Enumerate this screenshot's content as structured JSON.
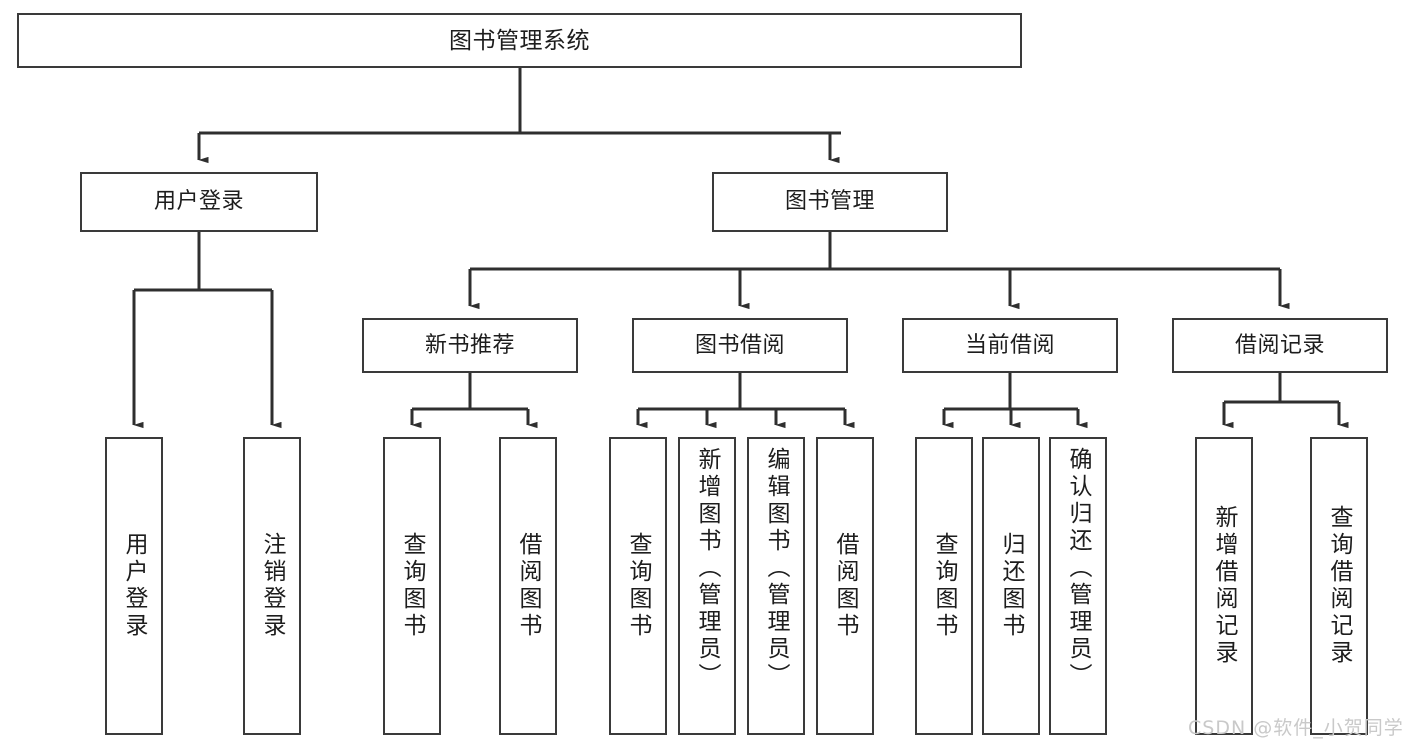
{
  "diagram": {
    "type": "tree",
    "title": "图书管理系统",
    "watermark": "CSDN @软件_小贺同学",
    "nodes": {
      "root": {
        "label": "图书管理系统"
      },
      "user_login": {
        "label": "用户登录"
      },
      "book_manage": {
        "label": "图书管理"
      },
      "new_book_rec": {
        "label": "新书推荐"
      },
      "book_borrow": {
        "label": "图书借阅"
      },
      "current_borrow": {
        "label": "当前借阅"
      },
      "borrow_record": {
        "label": "借阅记录"
      },
      "leaf_user_login": {
        "label": "用户登录"
      },
      "leaf_logout": {
        "label": "注销登录"
      },
      "leaf_query_book_1": {
        "label": "查询图书"
      },
      "leaf_borrow_book_1": {
        "label": "借阅图书"
      },
      "leaf_query_book_2": {
        "label": "查询图书"
      },
      "leaf_add_book": {
        "label": "新增图书（管理员）"
      },
      "leaf_edit_book": {
        "label": "编辑图书（管理员）"
      },
      "leaf_borrow_book_2": {
        "label": "借阅图书"
      },
      "leaf_query_book_3": {
        "label": "查询图书"
      },
      "leaf_return_book": {
        "label": "归还图书"
      },
      "leaf_confirm_return": {
        "label": "确认归还（管理员）"
      },
      "leaf_add_record": {
        "label": "新增借阅记录"
      },
      "leaf_query_record": {
        "label": "查询借阅记录"
      }
    },
    "edges": [
      {
        "from": "root",
        "to": "user_login"
      },
      {
        "from": "root",
        "to": "book_manage"
      },
      {
        "from": "user_login",
        "to": "leaf_user_login"
      },
      {
        "from": "user_login",
        "to": "leaf_logout"
      },
      {
        "from": "book_manage",
        "to": "new_book_rec"
      },
      {
        "from": "book_manage",
        "to": "book_borrow"
      },
      {
        "from": "book_manage",
        "to": "current_borrow"
      },
      {
        "from": "book_manage",
        "to": "borrow_record"
      },
      {
        "from": "new_book_rec",
        "to": "leaf_query_book_1"
      },
      {
        "from": "new_book_rec",
        "to": "leaf_borrow_book_1"
      },
      {
        "from": "book_borrow",
        "to": "leaf_query_book_2"
      },
      {
        "from": "book_borrow",
        "to": "leaf_add_book"
      },
      {
        "from": "book_borrow",
        "to": "leaf_edit_book"
      },
      {
        "from": "book_borrow",
        "to": "leaf_borrow_book_2"
      },
      {
        "from": "current_borrow",
        "to": "leaf_query_book_3"
      },
      {
        "from": "current_borrow",
        "to": "leaf_return_book"
      },
      {
        "from": "current_borrow",
        "to": "leaf_confirm_return"
      },
      {
        "from": "borrow_record",
        "to": "leaf_add_record"
      },
      {
        "from": "borrow_record",
        "to": "leaf_query_record"
      }
    ],
    "colors": {
      "stroke": "#3a3a3a",
      "fill": "#ffffff",
      "text": "#1d1d1d",
      "watermark": "#c9c9c9"
    }
  }
}
